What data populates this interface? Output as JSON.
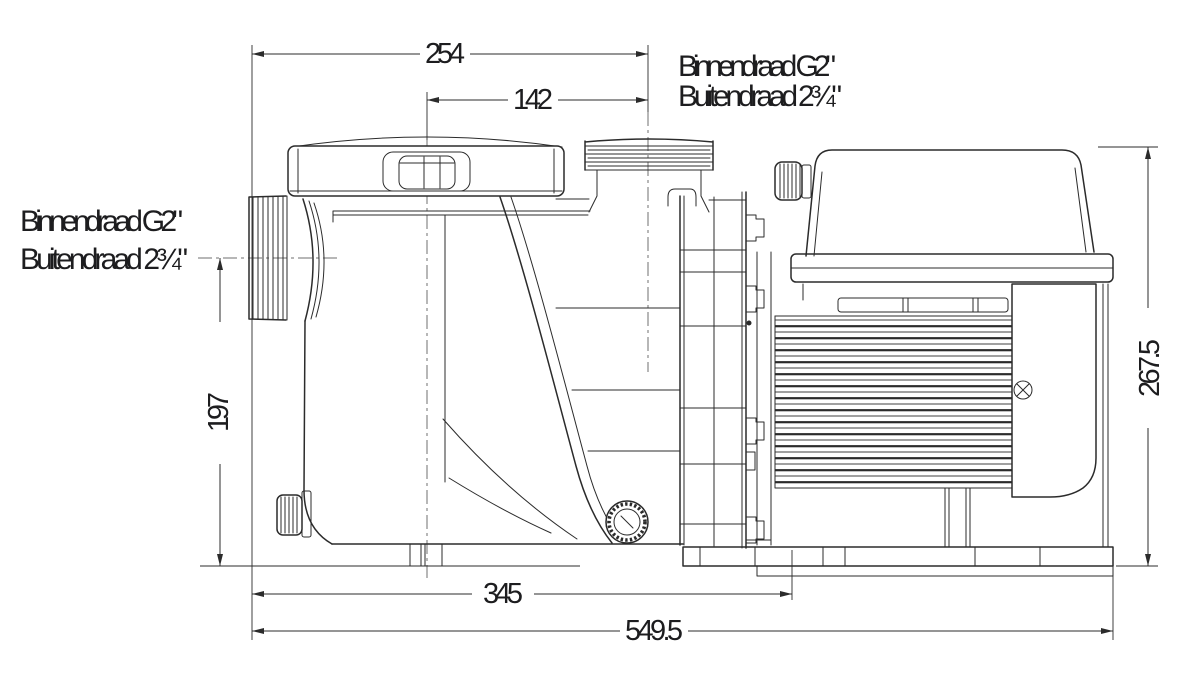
{
  "drawing": {
    "labels": {
      "inlet_line1": "Binnendraad G2\"",
      "inlet_line2": "Buitendraad 2¾\"",
      "discharge_line1": "Binnendraad G2\"",
      "discharge_line2": "Buitendraad 2¾\""
    },
    "dimensions": {
      "lid_to_discharge_port": "142",
      "inlet_to_discharge_port": "254",
      "inlet_centerline_height": "197",
      "overall_height": "267.5",
      "pump_body_length": "345",
      "overall_length": "549.5"
    },
    "colors": {
      "line": "#2b2b2b",
      "text": "#1d1d1f",
      "centerline": "#6f6f6f",
      "background": "#ffffff"
    }
  }
}
